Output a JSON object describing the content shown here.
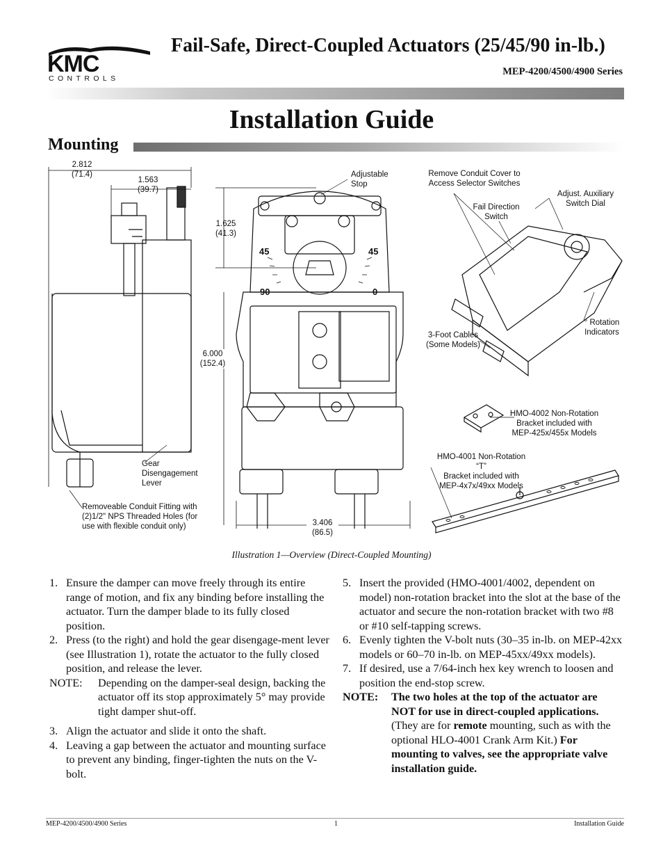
{
  "header": {
    "logo_text": "KMC",
    "logo_subtext": "CONTROLS",
    "title": "Fail-Safe, Direct-Coupled Actuators (25/45/90 in-lb.)",
    "series": "MEP-4200/4500/4900 Series"
  },
  "page_title": "Installation Guide",
  "section_title": "Mounting",
  "illustration": {
    "dim_width_in": "2.812",
    "dim_width_mm": "(71.4)",
    "dim_depth_in": "1.563",
    "dim_depth_mm": "(39.7)",
    "dim_shaft_in": "1.625",
    "dim_shaft_mm": "(41.3)",
    "dim_height_in": "6.000",
    "dim_height_mm": "(152.4)",
    "dim_front_in": "3.406",
    "dim_front_mm": "(86.5)",
    "adjustable_stop": [
      "Adjustable",
      "Stop"
    ],
    "remove_cover": [
      "Remove Conduit Cover to",
      "Access Selector Switches"
    ],
    "fail_direction": [
      "Fail Direction",
      "Switch"
    ],
    "aux_switch": [
      "Adjust. Auxiliary",
      "Switch Dial"
    ],
    "rotation_indicators": [
      "° Rotation",
      "Indicators"
    ],
    "cables": [
      "3-Foot Cables",
      "(Some Models)"
    ],
    "hmo4002": [
      "HMO-4002 Non-Rotation",
      "Bracket included with",
      "MEP-425x/455x Models"
    ],
    "hmo4001": [
      "HMO-4001 Non-Rotation “T”",
      "Bracket included with",
      "MEP-4x7x/49xx Models"
    ],
    "gear_lever": [
      "Gear",
      "Disengagement",
      "Lever"
    ],
    "conduit_fitting": [
      "Removeable Conduit Fitting with",
      "(2)1/2\" NPS Threaded Holes (for",
      "use with flexible conduit only)"
    ],
    "scale_45": "45",
    "scale_90": "90",
    "scale_0": "0",
    "caption": "Illustration 1—Overview (Direct-Coupled Mounting)"
  },
  "steps_left": [
    {
      "num": "1.",
      "text": "Ensure the damper can move freely through its entire range of motion, and fix any binding before installing the actuator. Turn the damper blade to its fully closed position."
    },
    {
      "num": "2.",
      "text": "Press (to the right) and hold the gear disengage-ment lever (see Illustration 1), rotate the actuator to the fully closed position, and release the lever."
    }
  ],
  "note_left": {
    "label": "NOTE:",
    "text": "Depending on the damper-seal design, backing the actuator off its stop approximately 5° may provide tight damper shut-off."
  },
  "steps_left2": [
    {
      "num": "3.",
      "text": "Align the actuator and slide it onto the shaft."
    },
    {
      "num": "4.",
      "text": "Leaving a gap between the actuator and mounting surface to prevent any binding, finger-tighten the nuts on the V-bolt."
    }
  ],
  "steps_right": [
    {
      "num": "5.",
      "text": "Insert the provided (HMO-4001/4002, dependent on model) non-rotation bracket into the slot at the base of the actuator and secure the non-rotation bracket with two #8 or #10 self-tapping screws."
    },
    {
      "num": "6.",
      "text": "Evenly tighten the V-bolt nuts (30–35 in-lb. on MEP-42xx models or 60–70 in-lb. on MEP-45xx/49xx models)."
    },
    {
      "num": "7.",
      "text": "If desired, use a 7/64-inch hex key wrench to loosen and position the end-stop screw."
    }
  ],
  "note_right": {
    "label": "NOTE:",
    "bold1": "The two holes at the top of the actuator are NOT for use in direct-coupled applications.",
    "plain1": " (They are for ",
    "bold2": "remote",
    "plain2": " mounting, such as with the optional HLO-4001 Crank Arm Kit.) ",
    "bold3": "For mounting to valves, see the appropriate valve installation guide."
  },
  "footer": {
    "left": "MEP-4200/4500/4900 Series",
    "center": "1",
    "right": "Installation Guide"
  }
}
